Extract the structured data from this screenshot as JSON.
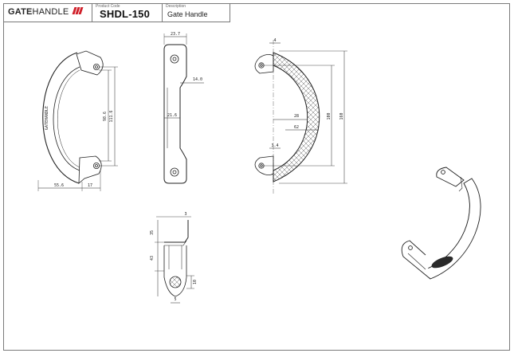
{
  "title_block": {
    "brand": {
      "bold": "GATE",
      "light": "HANDLE"
    },
    "code_label": "Product Code",
    "code_value": "SHDL-150",
    "description_label": "Description",
    "description_value": "Gate Handle"
  },
  "front_view": {
    "engraving": "GATEHANDLE",
    "dimensions": {
      "inner_height": "98.6",
      "outer_height": "111.6",
      "depth": "55.6",
      "flange": "17"
    }
  },
  "side_view": {
    "dimensions": {
      "top_width": "23.7",
      "offset": "14.0",
      "waist": "21.6"
    }
  },
  "profile_view": {
    "dimensions": {
      "top_thickness": "4",
      "flange_thickness": "3.4",
      "grip_width": "28",
      "grip_depth": "62",
      "hole_centers": "100",
      "overall_length": "160"
    }
  },
  "section_view": {
    "dimensions": {
      "top": "3",
      "upper": "35",
      "mid": "43",
      "lower": "10",
      "bottom": "5"
    }
  }
}
